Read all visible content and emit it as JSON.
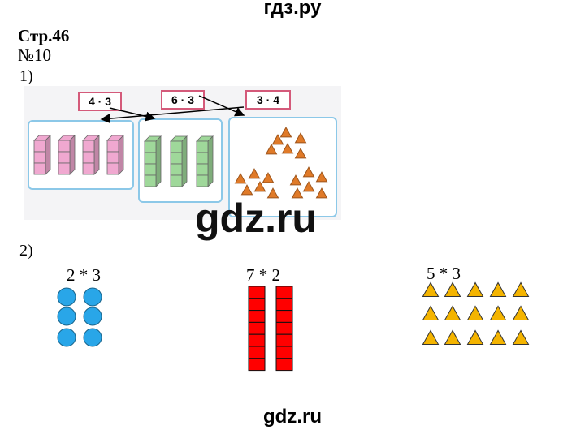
{
  "watermark": {
    "top": "гдз.ру",
    "middle": "gdz.ru",
    "bottom": "gdz.ru"
  },
  "page_ref": "Стр.46",
  "task_number": "№10",
  "part1": {
    "label": "1)",
    "expressions": [
      "4 · 3",
      "6 · 3",
      "3 · 4"
    ],
    "colors": {
      "pink": "#f0a8d0",
      "green": "#9fd89a",
      "orange": "#e07a28",
      "box_border": "#8cc8e8",
      "label_border": "#d45a7a"
    }
  },
  "part2": {
    "label": "2)",
    "items": [
      {
        "expression": "2 * 3",
        "shape": "circle",
        "color": "#29a6e8"
      },
      {
        "expression": "7 * 2",
        "shape": "square",
        "color": "#ff0000"
      },
      {
        "expression": "5 * 3",
        "shape": "triangle",
        "color": "#f4b400"
      }
    ]
  }
}
